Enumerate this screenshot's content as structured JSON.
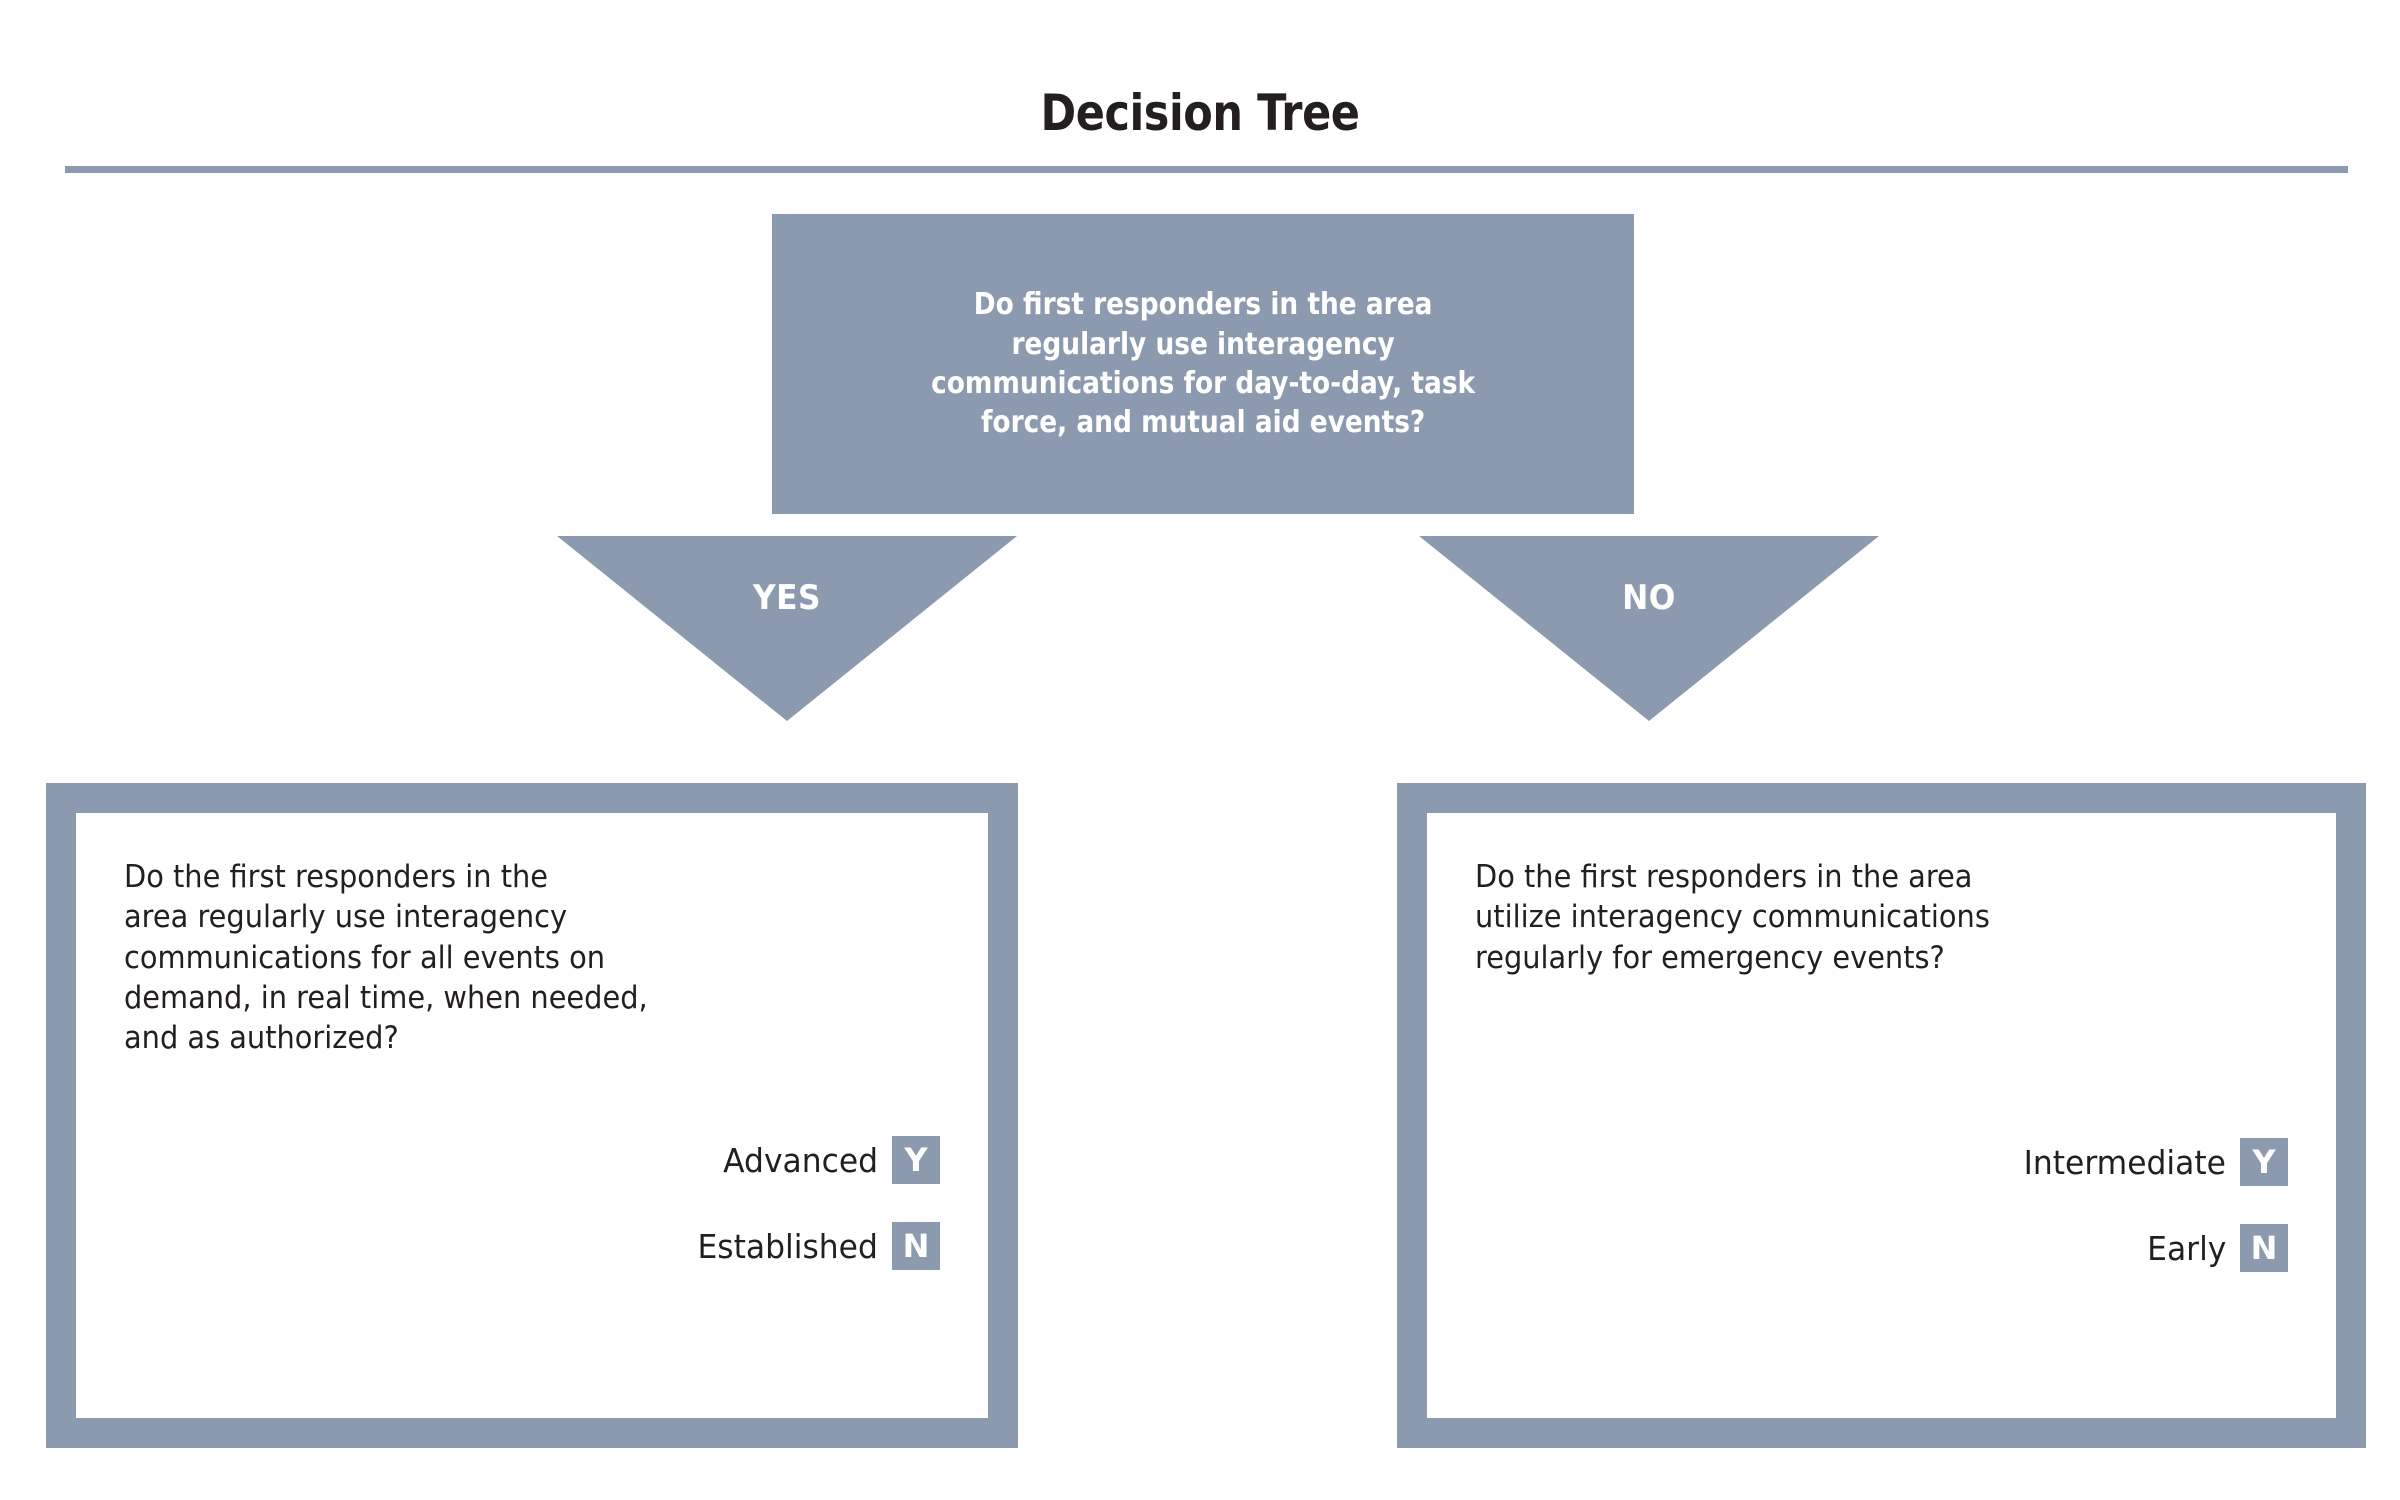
{
  "title": "Decision Tree",
  "colors": {
    "slate": "#8c9ab0",
    "text": "#231f20",
    "white": "#ffffff"
  },
  "root": {
    "question": "Do first responders in the area\nregularly use interagency\ncommunications for day-to-day, task\nforce, and mutual aid events?"
  },
  "branches": [
    {
      "label": "YES"
    },
    {
      "label": "NO"
    }
  ],
  "outcomes": [
    {
      "question": "Do the first responders in the\narea regularly use interagency\ncommunications for all events on\ndemand, in real time, when needed,\nand as authorized?",
      "answers": [
        {
          "label": "Advanced",
          "badge": "Y"
        },
        {
          "label": "Established",
          "badge": "N"
        }
      ]
    },
    {
      "question": "Do the first responders in the area\nutilize interagency communications\nregularly for emergency events?",
      "answers": [
        {
          "label": "Intermediate",
          "badge": "Y"
        },
        {
          "label": "Early",
          "badge": "N"
        }
      ]
    }
  ]
}
